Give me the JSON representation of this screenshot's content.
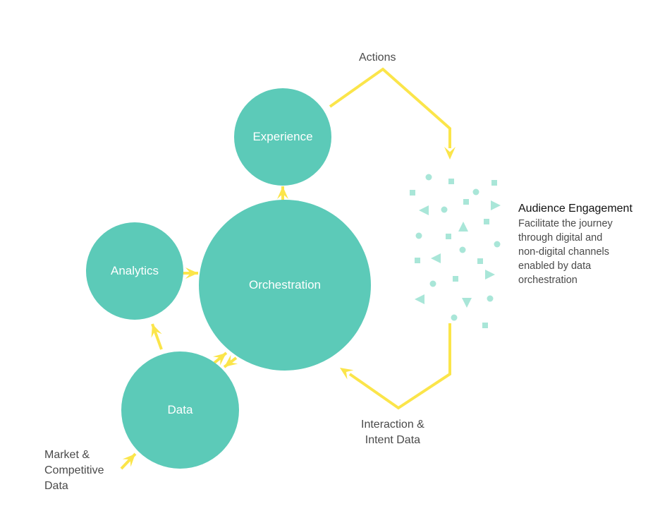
{
  "colors": {
    "node": "#5ccab8",
    "arrow": "#fbe54a",
    "scatter": "#a9e6d8"
  },
  "nodes": {
    "experience": "Experience",
    "analytics": "Analytics",
    "orchestration": "Orchestration",
    "data": "Data"
  },
  "labels": {
    "actions": "Actions",
    "interaction": "Interaction &\nIntent Data",
    "market": "Market &\nCompetitive\nData"
  },
  "engagement": {
    "title": "Audience Engagement",
    "description": "Facilitate the journey\nthrough digital and\nnon-digital channels\nenabled by data\norchestration"
  }
}
